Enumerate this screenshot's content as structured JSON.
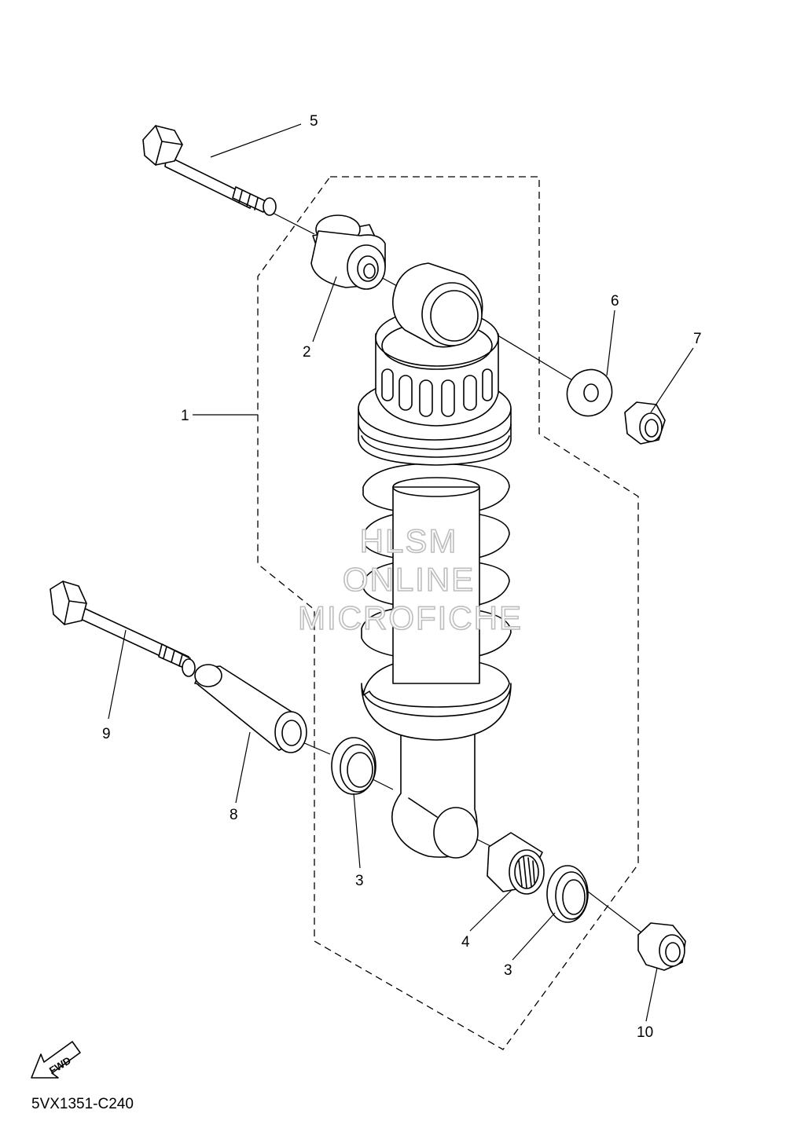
{
  "diagram": {
    "part_callouts": [
      {
        "id": "p1",
        "label": "1"
      },
      {
        "id": "p2",
        "label": "2"
      },
      {
        "id": "p3a",
        "label": "3"
      },
      {
        "id": "p3b",
        "label": "3"
      },
      {
        "id": "p4",
        "label": "4"
      },
      {
        "id": "p5",
        "label": "5"
      },
      {
        "id": "p6",
        "label": "6"
      },
      {
        "id": "p7",
        "label": "7"
      },
      {
        "id": "p8",
        "label": "8"
      },
      {
        "id": "p9",
        "label": "9"
      },
      {
        "id": "p10",
        "label": "10"
      }
    ],
    "watermark": {
      "line1": "HLSM",
      "line2": "ONLINE",
      "line3": "MICROFICHE"
    },
    "fwd_label": "FWD",
    "diagram_code": "5VX1351-C240"
  }
}
